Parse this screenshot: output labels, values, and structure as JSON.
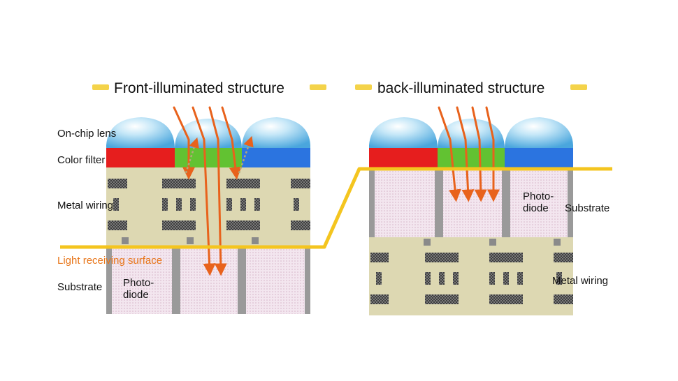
{
  "colors": {
    "background": "#ffffff",
    "wiring_layer": "#ddd8b2",
    "substrate": "#f2e4ee",
    "divider": "#9a9a9a",
    "metal_block": "#5e5e5e",
    "red_filter": "#e61e1e",
    "green_filter": "#62c232",
    "blue_filter": "#2b74e0",
    "lens": "#7fc6ec",
    "light_arrow": "#e8621c",
    "receiving_surface": "#f4c51f",
    "surface_label": "#e8761a"
  },
  "front": {
    "title": "Front-illuminated structure",
    "labels": {
      "lens": "On-chip lens",
      "filter": "Color filter",
      "wiring": "Metal wiring",
      "surface": "Light receiving surface",
      "substrate": "Substrate",
      "photodiode_line1": "Photo-",
      "photodiode_line2": "diode"
    }
  },
  "back": {
    "title": "back-illuminated structure",
    "labels": {
      "photodiode_line1": "Photo-",
      "photodiode_line2": "diode",
      "substrate": "Substrate",
      "wiring": "Metal wiring"
    }
  }
}
